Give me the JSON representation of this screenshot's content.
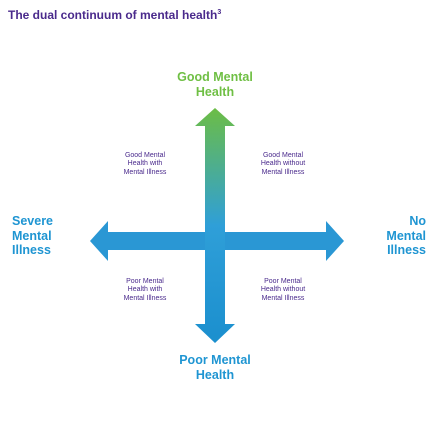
{
  "title": {
    "text": "The dual continuum of mental health",
    "footnote": "3"
  },
  "axes": {
    "top": "Good Mental\nHealth",
    "bottom": "Poor Mental\nHealth",
    "left": "Severe\nMental\nIllness",
    "right": "No\nMental\nIllness"
  },
  "quadrants": {
    "top_left": "Good Mental\nHealth with\nMental Illness",
    "top_right": "Good Mental\nHealth without\nMental Illness",
    "bottom_left": "Poor Mental\nHealth with\nMental Illness",
    "bottom_right": "Poor Mental\nHealth without\nMental Illness"
  },
  "colors": {
    "title": "#4a2a8c",
    "good": "#6fbf44",
    "poor": "#1f95d2",
    "illness": "#1f95d2",
    "quadrant_text": "#4a2a8c",
    "arrow_top": "#6cbd45",
    "arrow_mid": "#2f9fd8",
    "arrow_bottom": "#1b8fce"
  }
}
